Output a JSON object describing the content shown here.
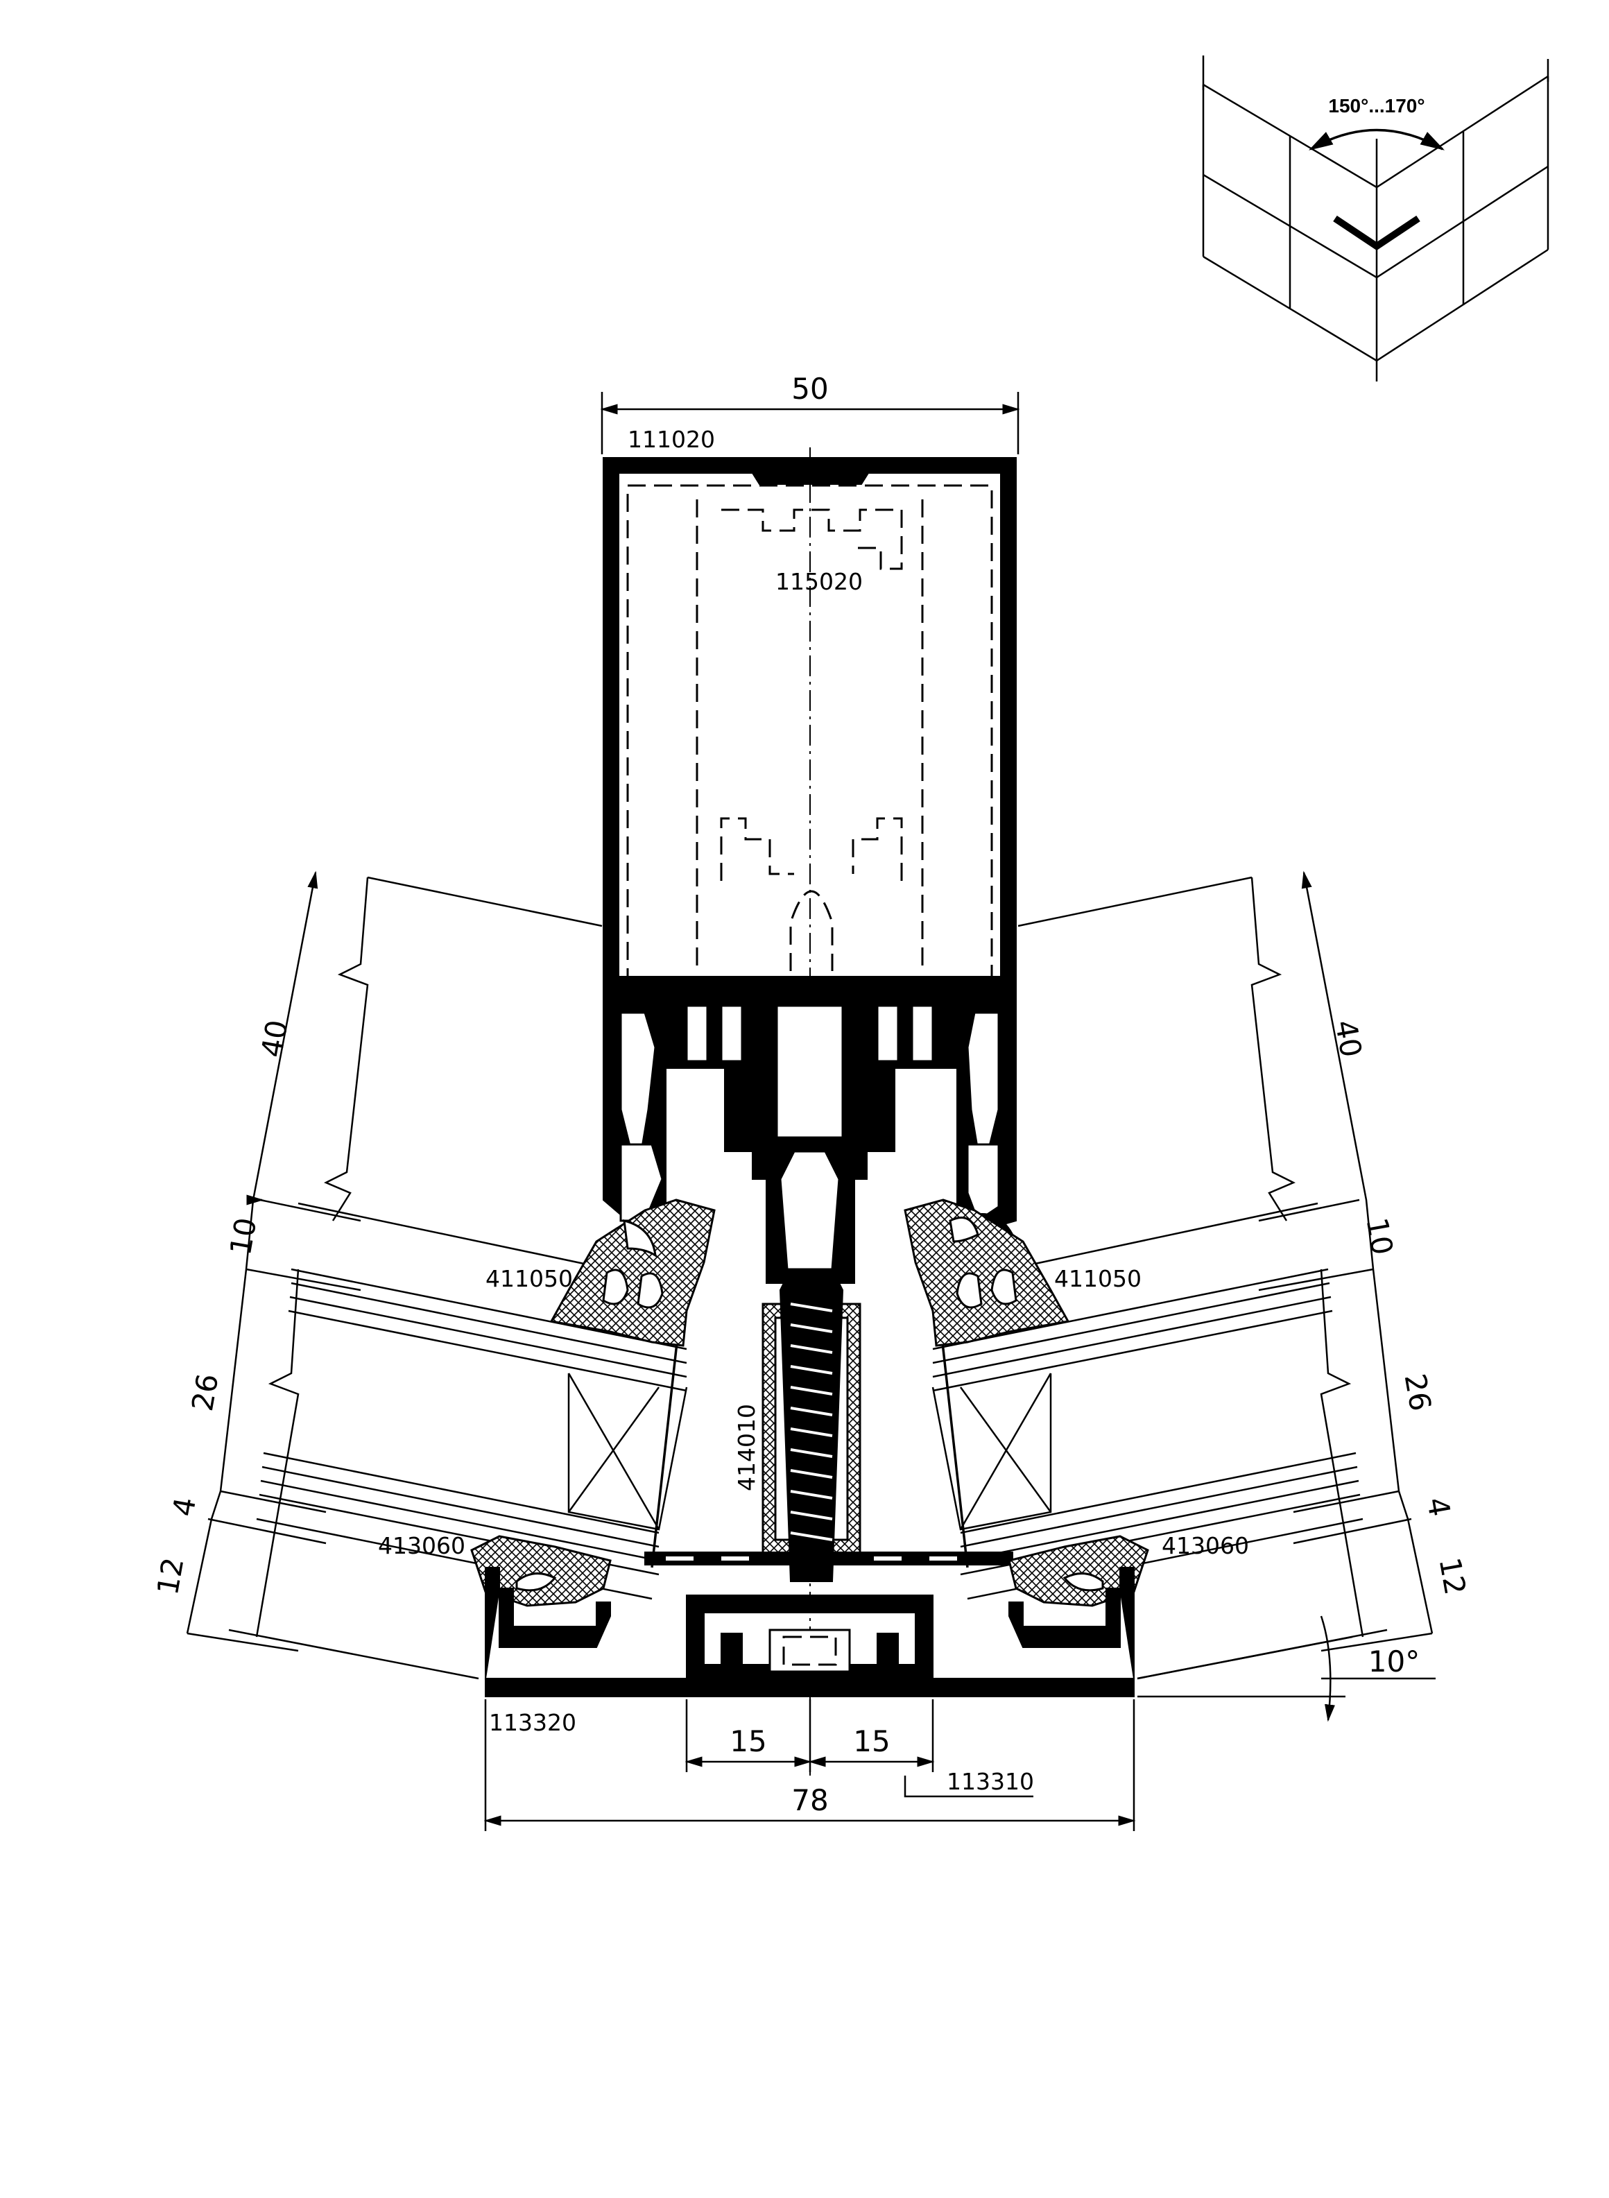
{
  "angle_detail": {
    "angle_label": "150°...170°"
  },
  "dimensions": {
    "top_width": "50",
    "left_40": "40",
    "left_10": "10",
    "left_26": "26",
    "left_4": "4",
    "left_12": "12",
    "right_40": "40",
    "right_10": "10",
    "right_26": "26",
    "right_4": "4",
    "right_12": "12",
    "angle_10": "10°",
    "bottom_15_left": "15",
    "bottom_15_right": "15",
    "bottom_78": "78"
  },
  "parts": {
    "mullion_outer": "111020",
    "mullion_insert": "115020",
    "gasket_left": "411050",
    "gasket_right": "411050",
    "connector": "414010",
    "pressure_gasket_left": "413060",
    "pressure_gasket_right": "413060",
    "cover_left": "113320",
    "cover_right": "113310"
  }
}
